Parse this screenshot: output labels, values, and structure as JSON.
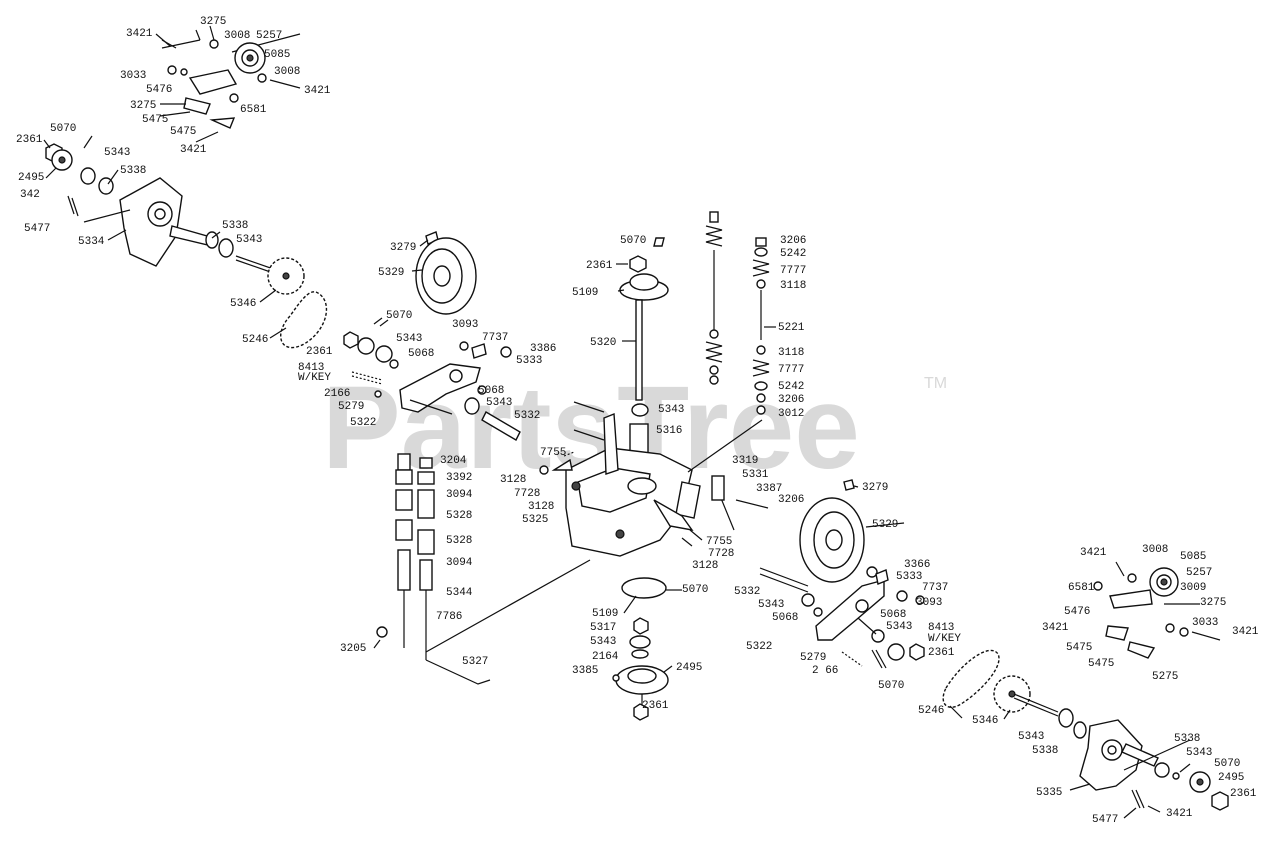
{
  "watermark": {
    "text": "PartsTree",
    "trademark": "TM"
  },
  "labels": {
    "l01": "3421",
    "l02": "3275",
    "l03": "3008",
    "l04": "5257",
    "l05": "5085",
    "l06": "3033",
    "l07": "3008",
    "l08": "3421",
    "l09": "5476",
    "l10": "3275",
    "l11": "6581",
    "l12": "5475",
    "l13": "5475",
    "l14": "3421",
    "l15": "2361",
    "l16": "5070",
    "l17": "5343",
    "l18": "2495",
    "l19": "5338",
    "l20": "342",
    "l21": "5477",
    "l22": "5334",
    "l23": "5338",
    "l24": "5343",
    "l25": "5346",
    "l26": "5246",
    "l27": "3279",
    "l28": "5329",
    "l29": "5070",
    "l30": "5343",
    "l31": "3093",
    "l32": "7737",
    "l33": "3386",
    "l34": "5333",
    "l35": "2361",
    "l36": "5068",
    "l37": "8413",
    "l38": "W/KEY",
    "l39": "2166",
    "l40": "5068",
    "l41": "5279",
    "l42": "5343",
    "l43": "5322",
    "l44": "5332",
    "l45": "5070",
    "l46": "2361",
    "l47": "5109",
    "l48": "5320",
    "l49": "5343",
    "l50": "5316",
    "l51": "3206",
    "l52": "5242",
    "l53": "7777",
    "l54": "3118",
    "l55": "5221",
    "l56": "3118",
    "l57": "7777",
    "l58": "5242",
    "l59": "3206",
    "l60": "3012",
    "l61": "3204",
    "l62": "3392",
    "l63": "3094",
    "l64": "5328",
    "l65": "5328",
    "l66": "3094",
    "l67": "5344",
    "l68": "7786",
    "l69": "3205",
    "l70": "5327",
    "l71": "7755",
    "l72": "3128",
    "l73": "7728",
    "l74": "3128",
    "l75": "5325",
    "l76": "3319",
    "l77": "5331",
    "l78": "3387",
    "l79": "3206",
    "l80": "7755",
    "l81": "7728",
    "l82": "3128",
    "l83": "3279",
    "l84": "5329",
    "l85": "5109",
    "l86": "5070",
    "l87": "5317",
    "l88": "5343",
    "l89": "2164",
    "l90": "3385",
    "l91": "2495",
    "l92": "2361",
    "l93": "3366",
    "l94": "5333",
    "l95": "7737",
    "l96": "5332",
    "l97": "3093",
    "l98": "5343",
    "l99": "5068",
    "l100": "5068",
    "l101": "5343",
    "l102": "5322",
    "l103": "8413",
    "l104": "W/KEY",
    "l105": "2361",
    "l106": "5279",
    "l107": "2 66",
    "l108": "5070",
    "l109": "5246",
    "l110": "5346",
    "l111": "3421",
    "l112": "3008",
    "l113": "5085",
    "l114": "5257",
    "l115": "6581",
    "l116": "3009",
    "l117": "5476",
    "l118": "3275",
    "l119": "3421",
    "l120": "3033",
    "l121": "3421",
    "l122": "5475",
    "l123": "5475",
    "l124": "5275",
    "l125": "5343",
    "l126": "5338",
    "l127": "5338",
    "l128": "5343",
    "l129": "5070",
    "l130": "2495",
    "l131": "2361",
    "l132": "5335",
    "l133": "5477",
    "l134": "3421"
  }
}
